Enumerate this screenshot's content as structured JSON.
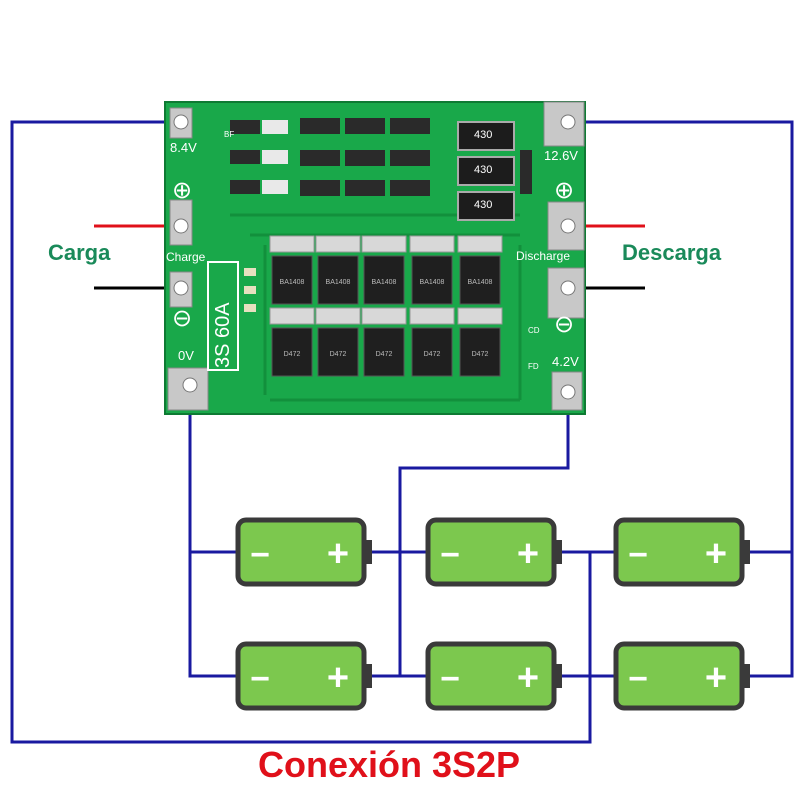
{
  "board": {
    "label_8v4": "8.4V",
    "label_12v6": "12.6V",
    "label_0v": "0V",
    "label_4v2": "4.2V",
    "label_charge": "Charge",
    "label_discharge": "Discharge",
    "model": "3S 60A",
    "resistor_values": [
      "430",
      "430",
      "430"
    ],
    "mosfet_top_text": "BA1408",
    "mosfet_bottom_text": "D472",
    "small_labels": [
      "BF",
      "CD",
      "FD"
    ],
    "plus_symbol": "⊕",
    "minus_symbol": "⊖"
  },
  "labels": {
    "charge": "Carga",
    "discharge": "Descarga"
  },
  "batteries": {
    "minus": "−",
    "plus": "+",
    "count": 6
  },
  "title": "Conexión 3S2P",
  "colors": {
    "wire": "#1a1aa0",
    "board": "#19a84a",
    "battery_fill": "#7cc84e",
    "battery_outline": "#3a3a3a",
    "title": "#e0101a",
    "side_label": "#1a8a5a",
    "red_wire": "#e0101a",
    "black_wire": "#000000"
  }
}
